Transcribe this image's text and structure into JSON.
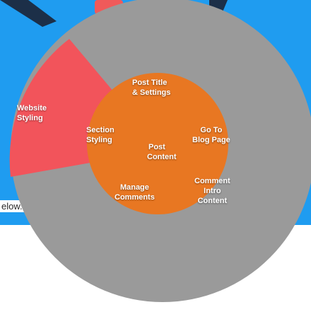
{
  "colors": {
    "background_blue": "#1f9cf0",
    "outer_ring_gray": "#9a9a9a",
    "wedge_red": "#f2545b",
    "inner_orange": "#e87722",
    "label_text": "#ffffff"
  },
  "page": {
    "partial_text": "elow."
  },
  "menu": {
    "outer_items": [
      {
        "id": "website-styling",
        "line1": "Website",
        "line2": "Styling"
      }
    ],
    "inner_items": [
      {
        "id": "post-title-settings",
        "line1": "Post Title",
        "line2": "& Settings"
      },
      {
        "id": "section-styling",
        "line1": "Section",
        "line2": "Styling"
      },
      {
        "id": "go-to-blog-page",
        "line1": "Go To",
        "line2": "Blog Page"
      },
      {
        "id": "post-content",
        "line1": "Post",
        "line2": "Content"
      },
      {
        "id": "manage-comments",
        "line1": "Manage",
        "line2": "Comments"
      },
      {
        "id": "comment-intro-content",
        "line1": "Comment",
        "line2": "Intro",
        "line3": "Content"
      }
    ]
  }
}
